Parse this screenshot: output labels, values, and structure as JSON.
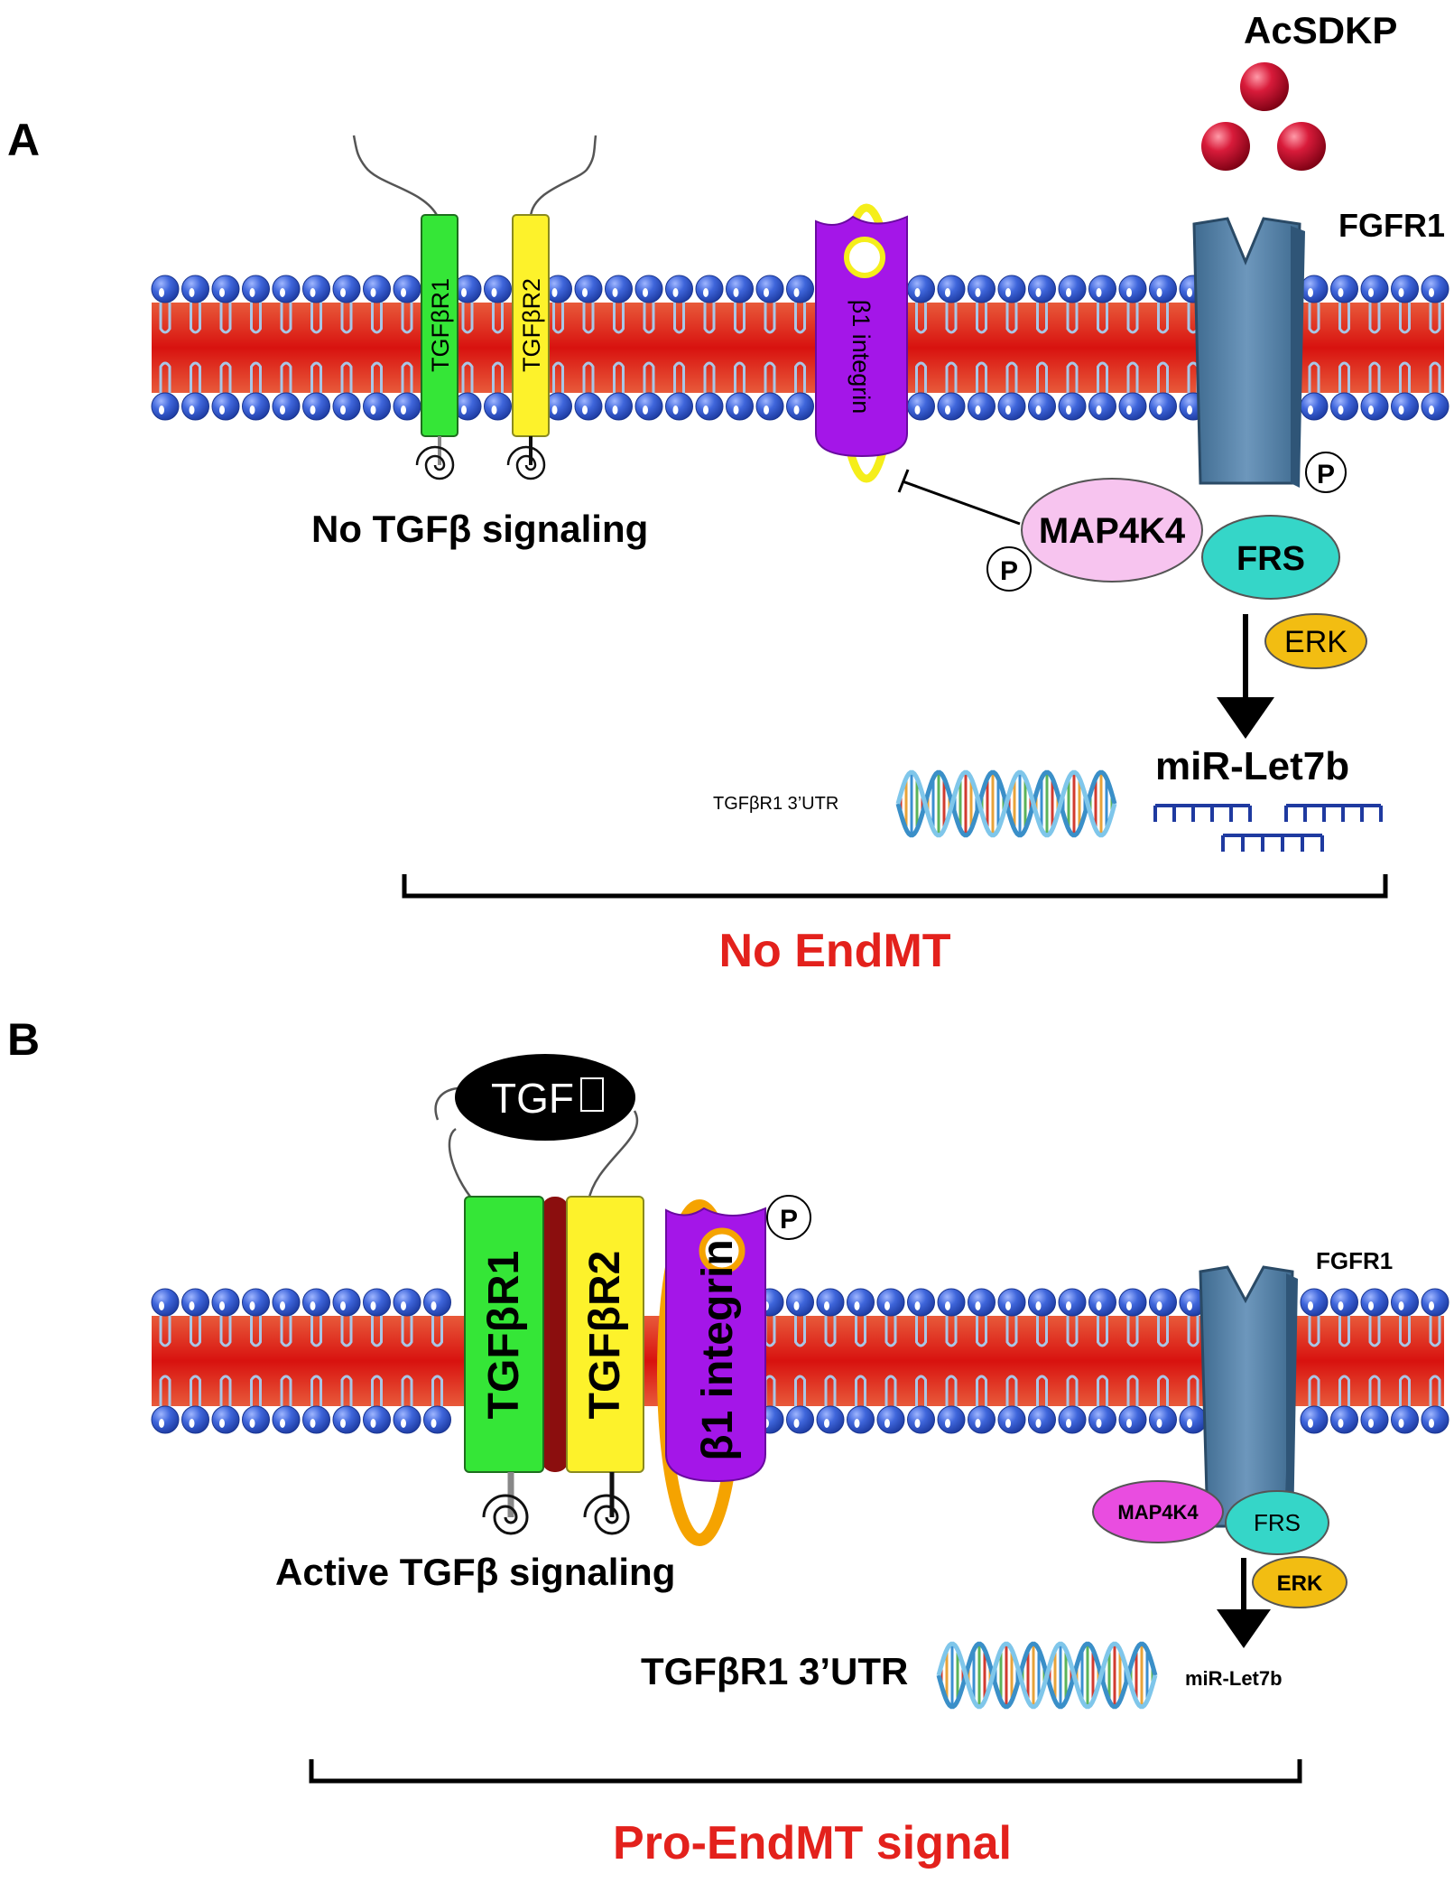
{
  "panel_a": {
    "letter": "A",
    "ligand": "AcSDKP",
    "fgfr": "FGFR1",
    "receptor1": "TGFβR1",
    "receptor2": "TGFβR2",
    "integrin": "β1 integrin",
    "signaling": "No TGFβ  signaling",
    "map4k4": "MAP4K4",
    "frs": "FRS",
    "erk": "ERK",
    "phospho": "P",
    "mirna": "miR-Let7b",
    "utr": "TGFβR1 3’UTR",
    "outcome": "No EndMT"
  },
  "panel_b": {
    "letter": "B",
    "ligand": "TGF",
    "fgfr": "FGFR1",
    "receptor1": "TGFβR1",
    "receptor2": "TGFβR2",
    "integrin": "β1 integrin",
    "signaling": "Active TGFβ  signaling",
    "map4k4": "MAP4K4",
    "frs": "FRS",
    "erk": "ERK",
    "phospho": "P",
    "mirna": "miR-Let7b",
    "utr": "TGFβR1 3’UTR",
    "outcome": "Pro-EndMT signal"
  },
  "colors": {
    "membrane_core": "#e02a1c",
    "lipid_head": "#3b64d6",
    "receptor1": "#35e637",
    "receptor2": "#fdf22b",
    "integrin": "#a416e8",
    "fgfr": "#4f7ea5",
    "map4k4_a": "#f7c4ef",
    "map4k4_b": "#e94de0",
    "frs": "#35d6c8",
    "erk": "#f2bd12",
    "mirna": "#1f3aa0",
    "outcome": "#e3211c"
  }
}
